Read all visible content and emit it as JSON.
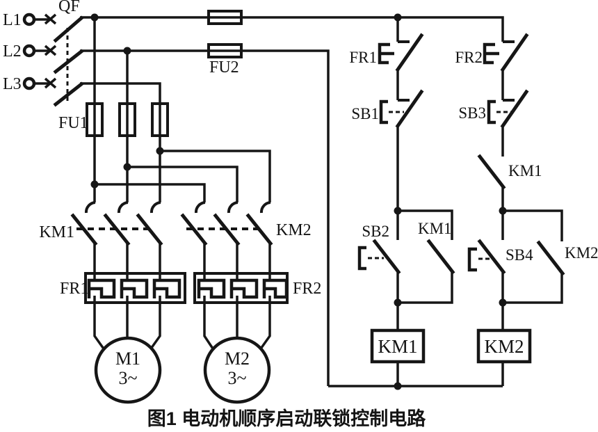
{
  "caption": "图1  电动机顺序启动联锁控制电路",
  "power_circuit": {
    "phase_labels": [
      "L1",
      "L2",
      "L3"
    ],
    "breaker_label": "QF",
    "main_fuse_label": "FU1",
    "control_fuse_label": "FU2",
    "km1_contacts_label": "KM1",
    "km2_contacts_label": "KM2",
    "fr1_element_label": "FR1",
    "fr2_element_label": "FR2",
    "motor1": {
      "name": "M1",
      "phase": "3~"
    },
    "motor2": {
      "name": "M2",
      "phase": "3~"
    }
  },
  "control_circuit": {
    "fr1_contact_label": "FR1",
    "fr2_contact_label": "FR2",
    "sb1_label": "SB1",
    "sb2_label": "SB2",
    "sb3_label": "SB3",
    "sb4_label": "SB4",
    "km1_sequence_contact_label": "KM1",
    "km1_seal_contact_label": "KM1",
    "km2_seal_contact_label": "KM2",
    "km1_coil_label": "KM1",
    "km2_coil_label": "KM2"
  }
}
